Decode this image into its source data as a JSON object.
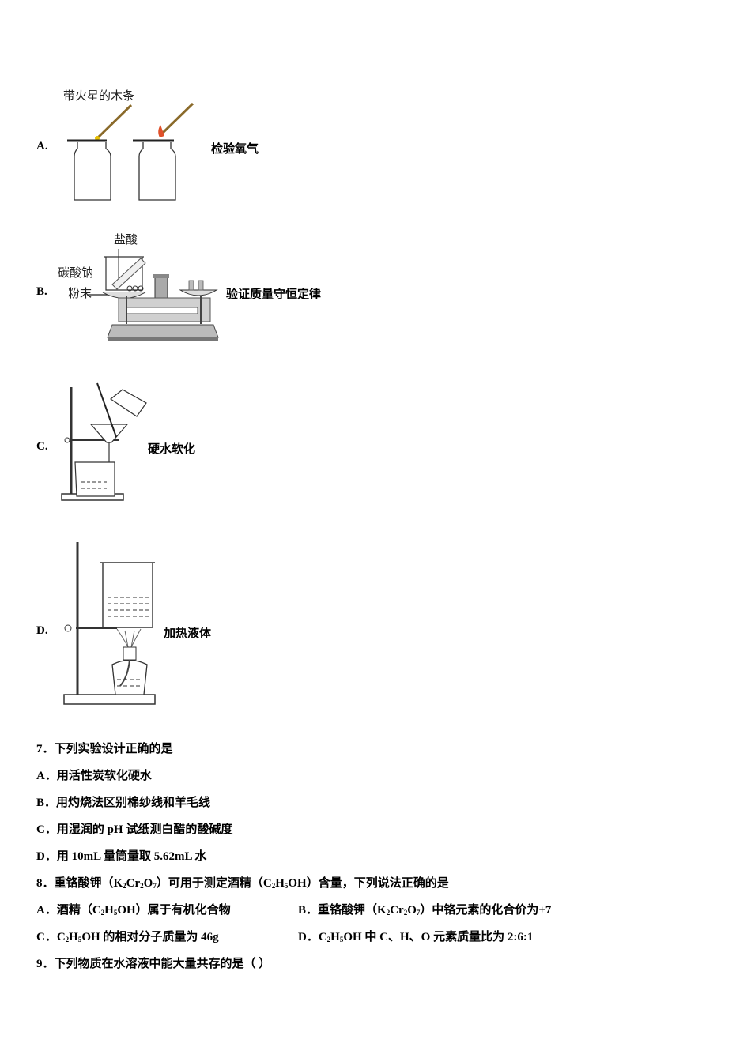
{
  "figure_options": [
    {
      "letter": "A.",
      "caption": "检验氧气",
      "diagram_label": "带火星的木条"
    },
    {
      "letter": "B.",
      "caption": "验证质量守恒定律",
      "diagram_labels": [
        "盐酸",
        "碳酸钠",
        "粉末"
      ]
    },
    {
      "letter": "C.",
      "caption": "硬水软化"
    },
    {
      "letter": "D.",
      "caption": "加热液体"
    }
  ],
  "question7": {
    "stem": "7．下列实验设计正确的是",
    "options": [
      "A．用活性炭软化硬水",
      "B．用灼烧法区别棉纱线和羊毛线",
      "C．用湿润的 pH 试纸测白醋的酸碱度",
      "D．用 10mL 量筒量取 5.62mL 水"
    ]
  },
  "question8": {
    "stem_parts": [
      "8．重铬酸钾（K",
      "2",
      "Cr",
      "2",
      "O",
      "7",
      "）可用于测定酒精（C",
      "2",
      "H",
      "5",
      "OH）含量，下列说法正确的是"
    ],
    "optA_parts": [
      "A．酒精（C",
      "2",
      "H",
      "5",
      "OH）属于有机化合物"
    ],
    "optB_parts": [
      "B．重铬酸钾（K",
      "2",
      "Cr",
      "2",
      "O",
      "7",
      "）中铬元素的化合价为+7"
    ],
    "optC_parts": [
      "C．C",
      "2",
      "H",
      "5",
      "OH 的相对分子质量为 46g"
    ],
    "optD_parts": [
      "D．C",
      "2",
      "H",
      "5",
      "OH 中 C、H、O 元素质量比为 2:6:1"
    ]
  },
  "question9": {
    "stem": "9．下列物质在水溶液中能大量共存的是（ ）"
  }
}
